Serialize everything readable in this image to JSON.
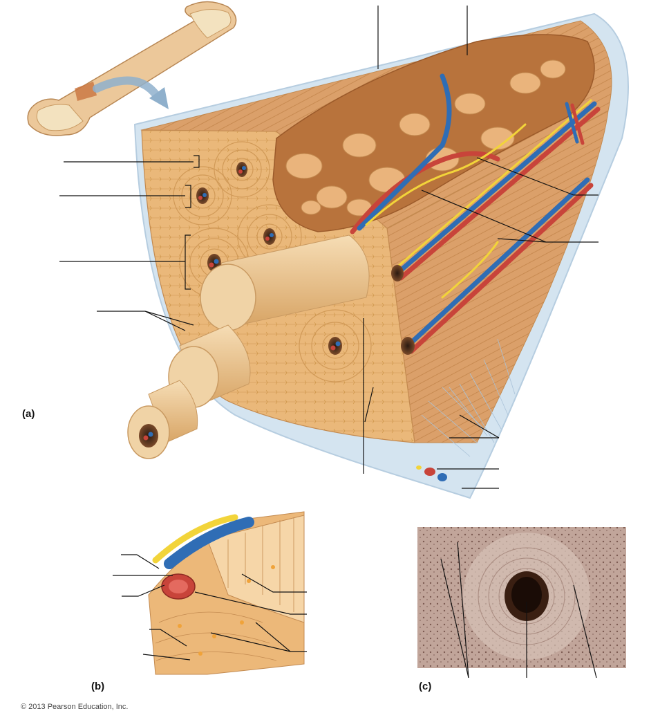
{
  "panels": {
    "a": "(a)",
    "b": "(b)",
    "c": "(c)"
  },
  "copyright": "© 2013 Pearson Education, Inc.",
  "colors": {
    "bone": "#e9b97c",
    "bone_dark": "#c88a4e",
    "bone_light": "#f3d3a4",
    "artery": "#c8443a",
    "vein": "#2f6db5",
    "nerve": "#f2d43a",
    "periosteum": "#cfe0ee",
    "micrograph": "#b79a8e"
  }
}
